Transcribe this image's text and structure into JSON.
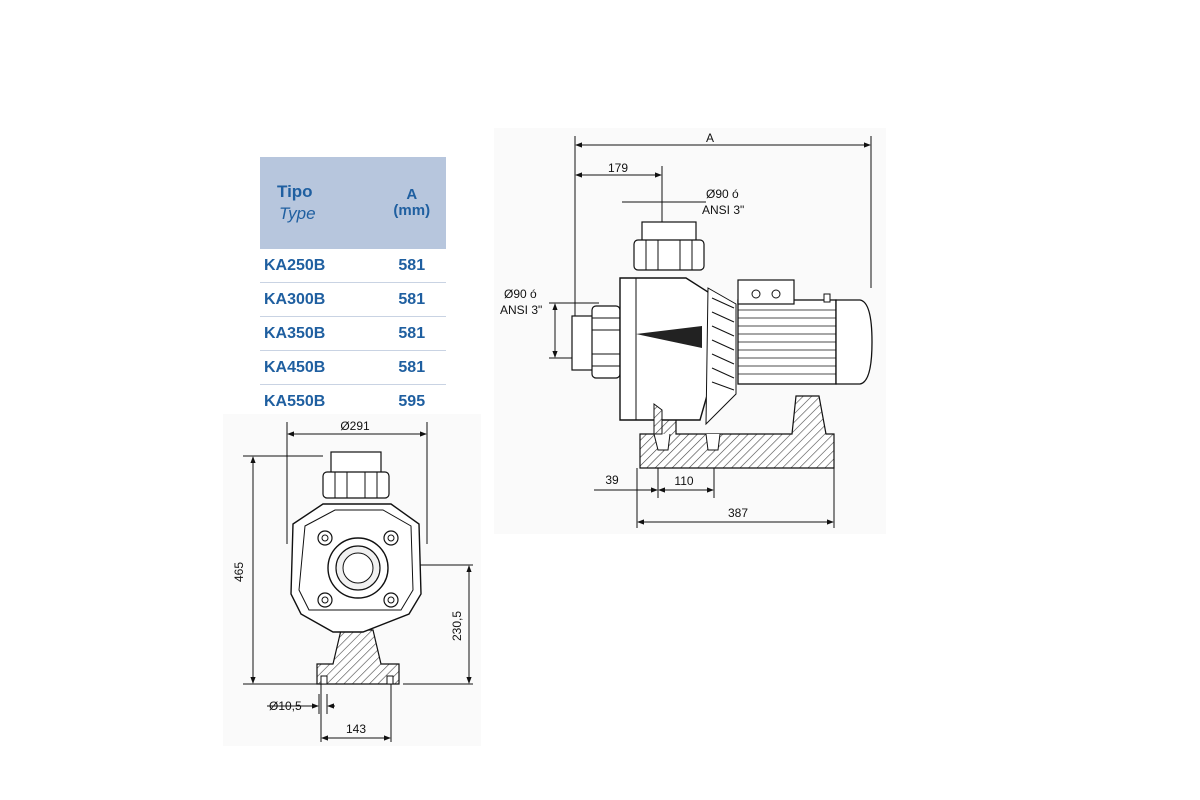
{
  "table": {
    "header": {
      "type_label": "Tipo",
      "type_label_en": "Type",
      "dim_label": "A",
      "dim_unit": "(mm)"
    },
    "rows": [
      {
        "type": "KA250B",
        "a": "581"
      },
      {
        "type": "KA300B",
        "a": "581"
      },
      {
        "type": "KA350B",
        "a": "581"
      },
      {
        "type": "KA450B",
        "a": "581"
      },
      {
        "type": "KA550B",
        "a": "595"
      }
    ]
  },
  "side_view": {
    "dim_a": "A",
    "dim_179": "179",
    "outlet_diam": "Ø90 ó",
    "outlet_ansi": "ANSI 3\"",
    "inlet_diam": "Ø90 ó",
    "inlet_ansi": "ANSI 3\"",
    "dim_39": "39",
    "dim_110": "110",
    "dim_387": "387"
  },
  "front_view": {
    "dim_291": "Ø291",
    "dim_465": "465",
    "dim_230": "230,5",
    "dim_hole": "Ø10,5",
    "dim_143": "143"
  }
}
